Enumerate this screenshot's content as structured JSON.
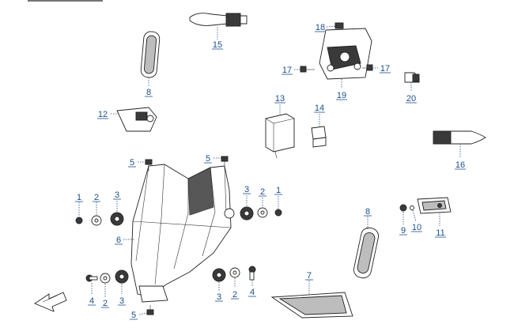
{
  "diagram": {
    "labels": [
      "1",
      "2",
      "3",
      "4",
      "5",
      "6",
      "7",
      "8",
      "9",
      "10",
      "11",
      "12",
      "13",
      "14",
      "15",
      "16",
      "17",
      "18",
      "19",
      "20"
    ]
  },
  "colors": {
    "label": "#1a4f8a",
    "outline": "#222222",
    "fill_dark": "#3a3a3a"
  },
  "icons": {
    "forward_arrow": "fwd-arrow-icon"
  }
}
